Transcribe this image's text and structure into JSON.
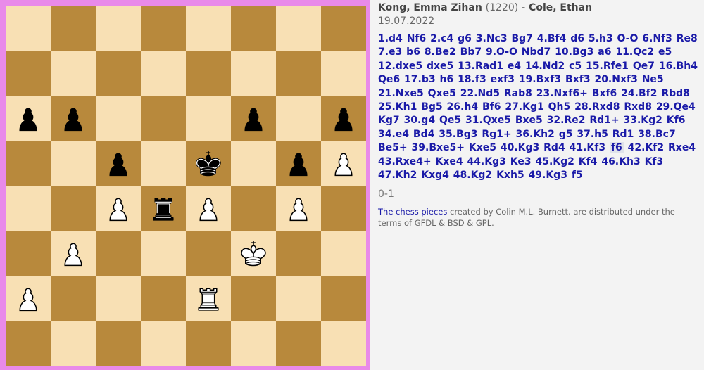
{
  "game": {
    "white": "Kong, Emma Zihan",
    "white_rating": "(1220)",
    "separator": "-",
    "black": "Cole, Ethan",
    "date": "19.07.2022",
    "result": "0-1"
  },
  "moves": [
    "1.d4",
    "Nf6",
    "2.c4",
    "g6",
    "3.Nc3",
    "Bg7",
    "4.Bf4",
    "d6",
    "5.h3",
    "O-O",
    "6.Nf3",
    "Re8",
    "7.e3",
    "b6",
    "8.Be2",
    "Bb7",
    "9.O-O",
    "Nbd7",
    "10.Bg3",
    "a6",
    "11.Qc2",
    "e5",
    "12.dxe5",
    "dxe5",
    "13.Rad1",
    "e4",
    "14.Nd2",
    "c5",
    "15.Rfe1",
    "Qe7",
    "16.Bh4",
    "Qe6",
    "17.b3",
    "h6",
    "18.f3",
    "exf3",
    "19.Bxf3",
    "Bxf3",
    "20.Nxf3",
    "Ne5",
    "21.Nxe5",
    "Qxe5",
    "22.Nd5",
    "Rab8",
    "23.Nxf6+",
    "Bxf6",
    "24.Bf2",
    "Rbd8",
    "25.Kh1",
    "Bg5",
    "26.h4",
    "Bf6",
    "27.Kg1",
    "Qh5",
    "28.Rxd8",
    "Rxd8",
    "29.Qe4",
    "Kg7",
    "30.g4",
    "Qe5",
    "31.Qxe5",
    "Bxe5",
    "32.Re2",
    "Rd1+",
    "33.Kg2",
    "Kf6",
    "34.e4",
    "Bd4",
    "35.Bg3",
    "Rg1+",
    "36.Kh2",
    "g5",
    "37.h5",
    "Rd1",
    "38.Bc7",
    "Be5+",
    "39.Bxe5+",
    "Kxe5",
    "40.Kg3",
    "Rd4",
    "41.Kf3",
    "f6",
    "42.Kf2",
    "Rxe4",
    "43.Rxe4+",
    "Kxe4",
    "44.Kg3",
    "Ke3",
    "45.Kg2",
    "Kf4",
    "46.Kh3",
    "Kf3",
    "47.Kh2",
    "Kxg4",
    "48.Kg2",
    "Kxh5",
    "49.Kg3",
    "f5"
  ],
  "current_move_index": 81,
  "credits": {
    "link_text": "The chess pieces",
    "rest": " created by Colin M.L. Burnett. are distributed under the terms of GFDL & BSD & GPL."
  },
  "board": {
    "light_color": "#f8e0b4",
    "dark_color": "#b8893c",
    "frame_color": "#e98ae9",
    "position": [
      [
        "",
        "",
        "",
        "",
        "",
        "",
        "",
        ""
      ],
      [
        "",
        "",
        "",
        "",
        "",
        "",
        "",
        ""
      ],
      [
        "bp",
        "bp",
        "",
        "",
        "",
        "bp",
        "",
        "bp"
      ],
      [
        "",
        "",
        "bp",
        "",
        "bk",
        "",
        "bp",
        "wp"
      ],
      [
        "",
        "",
        "wp",
        "br",
        "wp",
        "",
        "wp",
        ""
      ],
      [
        "",
        "wp",
        "",
        "",
        "",
        "wk",
        "",
        ""
      ],
      [
        "wp",
        "",
        "",
        "",
        "wr",
        "",
        "",
        ""
      ],
      [
        "",
        "",
        "",
        "",
        "",
        "",
        "",
        ""
      ]
    ]
  }
}
